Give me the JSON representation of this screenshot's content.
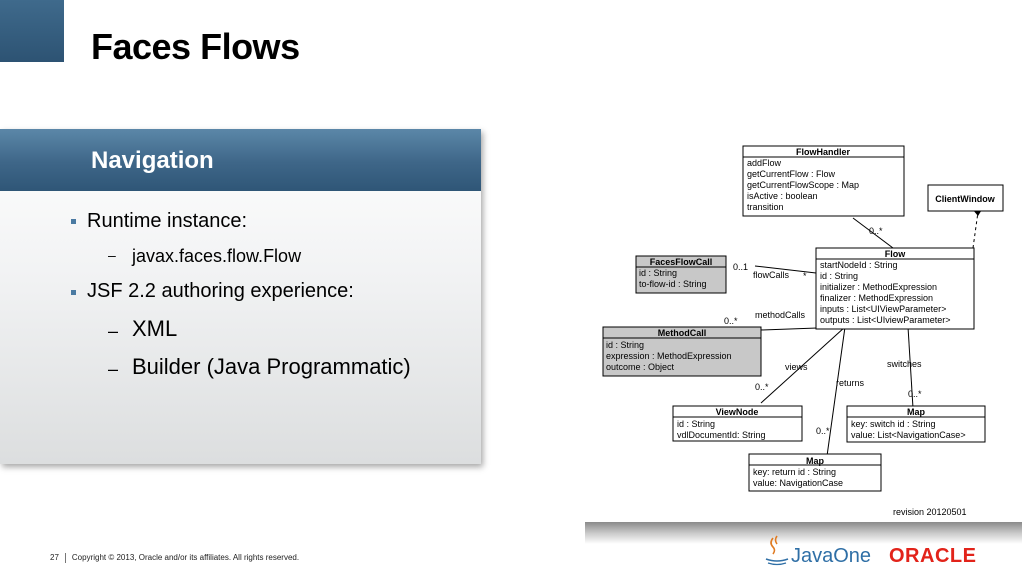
{
  "slide": {
    "title": "Faces Flows",
    "page_number": "27",
    "copyright": "Copyright © 2013, Oracle and/or its affiliates. All rights reserved."
  },
  "nav": {
    "header": "Navigation",
    "bullets": [
      {
        "text": "Runtime instance:",
        "sub": [
          "javax.faces.flow.Flow"
        ]
      },
      {
        "text": "JSF 2.2 authoring experience:",
        "sub": [
          "XML",
          "Builder (Java Programmatic)"
        ]
      }
    ]
  },
  "diagram": {
    "flowhandler": {
      "name": "FlowHandler",
      "lines": [
        "addFlow",
        "getCurrentFlow : Flow",
        "getCurrentFlowScope : Map",
        "isActive : boolean",
        "transition"
      ]
    },
    "clientwindow": {
      "name": "ClientWindow"
    },
    "flow": {
      "name": "Flow",
      "lines": [
        "startNodeId : String",
        "id : String",
        "initializer : MethodExpression",
        "finalizer : MethodExpression",
        "inputs : List<UIViewParameter>",
        "outputs : List<UIviewParameter>"
      ]
    },
    "facesflowcall": {
      "name": "FacesFlowCall",
      "lines": [
        "id : String",
        "to-flow-id : String"
      ]
    },
    "methodcall": {
      "name": "MethodCall",
      "lines": [
        "id : String",
        "expression : MethodExpression",
        "outcome : Object"
      ]
    },
    "viewnode": {
      "name": "ViewNode",
      "lines": [
        "id : String",
        "vdlDocumentId: String"
      ]
    },
    "map_switch": {
      "name": "Map",
      "lines": [
        "key: switch id : String",
        "value: List<NavigationCase>"
      ]
    },
    "map_return": {
      "name": "Map",
      "lines": [
        "key: return id : String",
        "value: NavigationCase"
      ]
    },
    "labels": {
      "flowCalls": "flowCalls",
      "methodCalls": "methodCalls",
      "views": "views",
      "returns": "returns",
      "switches": "switches",
      "m_fh": "0..*",
      "m_ffc": "0..1",
      "m_star": "*",
      "m_mc": "0..*",
      "m_vn": "0..*",
      "m_ret": "0..*",
      "m_sw": "0..*"
    },
    "revision": "revision 20120501"
  },
  "logos": {
    "javaone": "JavaOne",
    "oracle": "ORACLE"
  },
  "colors": {
    "header_blue": "#3e6688",
    "bullet_blue": "#4a7aa2",
    "oracle_red": "#e2231a",
    "uml_gray": "#c8c8c8"
  }
}
